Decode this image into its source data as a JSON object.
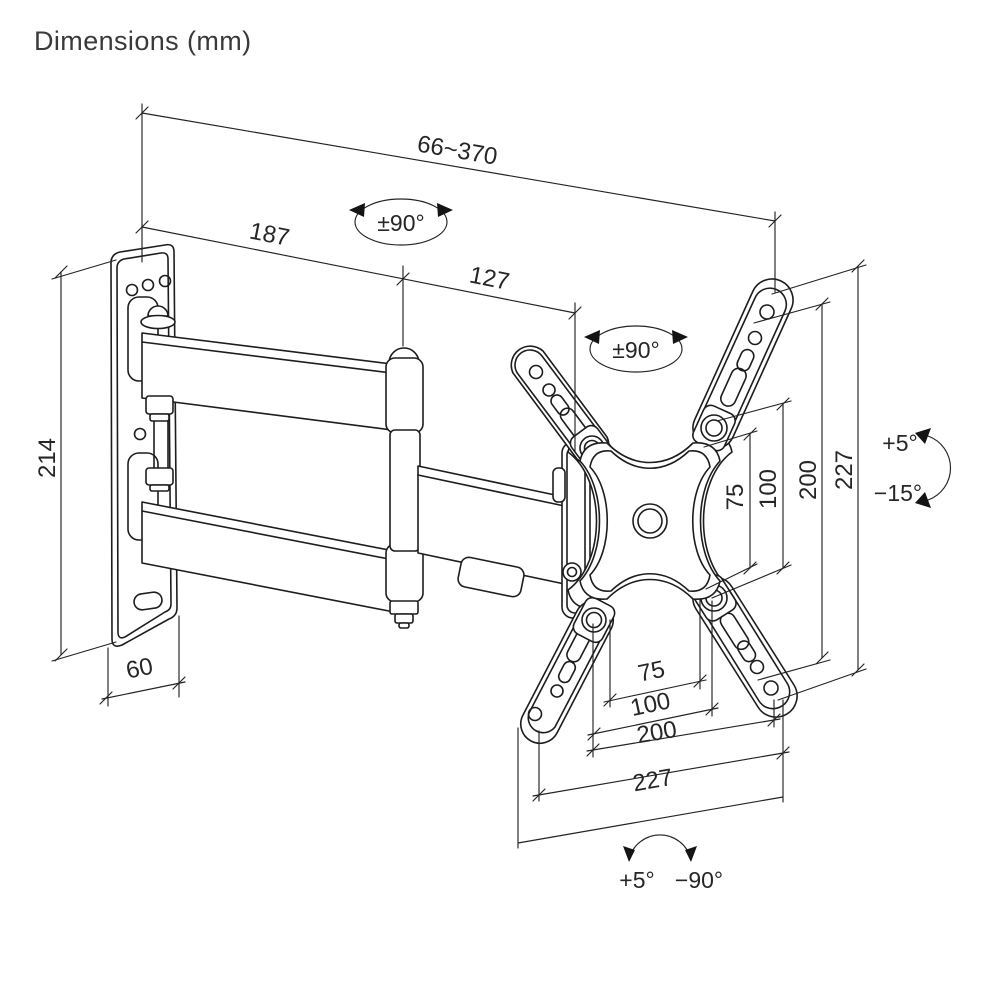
{
  "title": "Dimensions (mm)",
  "colors": {
    "line": "#1d1d1d",
    "dimension_line": "#232323",
    "text": "#262626",
    "background": "#ffffff"
  },
  "diagram": {
    "type": "tv-wall-mount-dimension-drawing",
    "labels": {
      "extension_depth": "66~370",
      "arm_length": "187",
      "arm_segment": "127",
      "swivel_arm": "±90°",
      "swivel_head": "±90°",
      "wall_plate_height": "214",
      "wall_plate_width": "60",
      "vesa_v_227": "227",
      "vesa_v_200": "200",
      "vesa_v_100": "100",
      "vesa_v_75": "75",
      "vesa_h_75": "75",
      "vesa_h_100": "100",
      "vesa_h_200": "200",
      "vesa_h_227": "227",
      "tilt_up": "+5°",
      "tilt_down": "−15°",
      "rotation_up": "+5°",
      "rotation_down": "−90°"
    }
  }
}
